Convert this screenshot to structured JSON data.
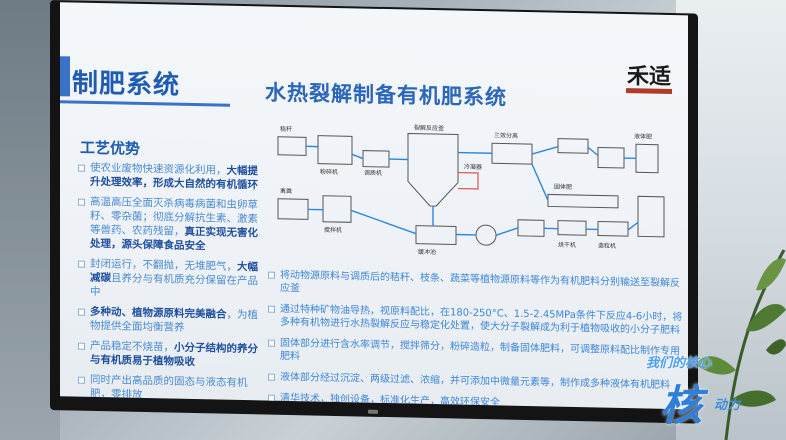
{
  "slide": {
    "section_title": "制肥系统",
    "main_title": "水热裂解制备有机肥系统",
    "logo_text": "禾适",
    "advantages_title": "工艺优势",
    "advantages": [
      {
        "plain": "使农业废物快速资源化利用，",
        "bold": "大幅提升处理效率，形成大自然的有机循环",
        "tail": ""
      },
      {
        "plain": "高温高压全面灭杀病毒病菌和虫卵草籽、零杂菌；彻底分解抗生素、激素等兽药、农药残留，",
        "bold": "真正实现无害化处理，源头保障食品安全",
        "tail": ""
      },
      {
        "plain": "封闭运行，不翻抛，无堆肥气，",
        "bold": "大幅减碳",
        "tail": "且养分与有机质充分保留在产品中"
      },
      {
        "plain": "",
        "bold": "多种动、植物源原料完美融合",
        "tail": "，为植物提供全面均衡营养"
      },
      {
        "plain": "产品稳定不烧苗，",
        "bold": "小分子结构的养分与有机质易于植物吸收",
        "tail": ""
      },
      {
        "plain": "同时产出高品质的固态与液态有机肥，零排放",
        "bold": "",
        "tail": ""
      }
    ],
    "descriptions": [
      "将动物源原料与调质后的秸秆、枝条、蔬菜等植物源原料等作为有机肥料分别输送至裂解反应釜",
      "通过特种矿物油导热，视原料配比，在180-250°C、1.5-2.45MPa条件下反应4-6小时，将多种有机物进行水热裂解反应与稳定化处置，使大分子裂解成为利于植物吸收的小分子肥料",
      "固体部分进行含水率调节，搅拌筛分，粉碎造粒，制备固体肥料，可调整原料配比制作专用肥料",
      "液体部分经过沉淀、两级过滤、浓缩，并可添加中微量元素等，制作成多种液体有机肥料",
      "清华技术，独创设备，标准化生产，高效环保安全"
    ]
  },
  "diagram": {
    "labels": [
      "秸秆",
      "粉碎机",
      "调质机",
      "裂解反应釜",
      "冷凝器",
      "禽粪",
      "搅拌机",
      "缓冲池",
      "三效分离",
      "液体肥",
      "固体肥",
      "烘干机",
      "造粒机"
    ]
  },
  "watermark": {
    "top": "我们的核心",
    "big": "核",
    "small": "动力"
  }
}
